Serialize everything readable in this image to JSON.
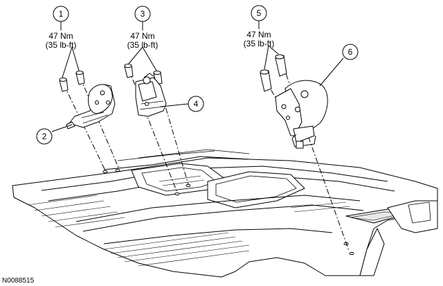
{
  "figure": {
    "id": "N0088515"
  },
  "callouts": [
    {
      "number": "1",
      "torque_nm": "47 Nm",
      "torque_lbft": "(35 lb-ft)"
    },
    {
      "number": "2"
    },
    {
      "number": "3",
      "torque_nm": "47 Nm",
      "torque_lbft": "(35 lb-ft)"
    },
    {
      "number": "4"
    },
    {
      "number": "5",
      "torque_nm": "47 Nm",
      "torque_lbft": "(35 lb-ft)"
    },
    {
      "number": "6"
    }
  ]
}
